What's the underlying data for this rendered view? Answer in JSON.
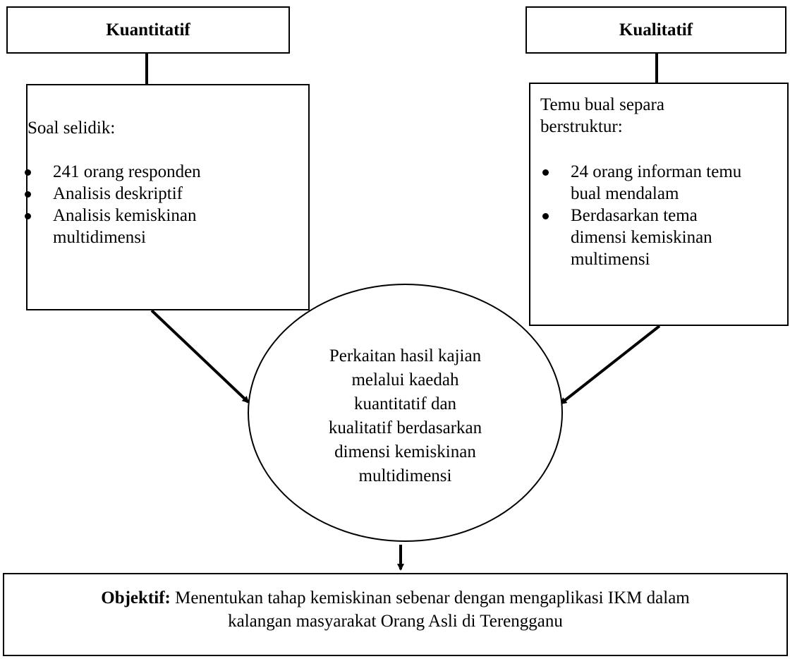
{
  "left_header": {
    "title": "Kuantitatif"
  },
  "right_header": {
    "title": "Kualitatif"
  },
  "left_box": {
    "heading": "Soal selidik:",
    "items": [
      [
        "241 orang responden"
      ],
      [
        "Analisis deskriptif"
      ],
      [
        "Analisis kemiskinan",
        "multidimensi"
      ]
    ]
  },
  "right_box": {
    "heading_lines": [
      "Temu bual separa",
      "berstruktur:"
    ],
    "items": [
      [
        "24 orang informan temu",
        "bual mendalam"
      ],
      [
        "Berdasarkan tema",
        "dimensi kemiskinan",
        "multimensi"
      ]
    ]
  },
  "center_circle": {
    "lines": [
      "Perkaitan hasil kajian",
      "melalui kaedah",
      "kuantitatif dan",
      "kualitatif berdasarkan",
      "dimensi kemiskinan",
      "multidimensi"
    ]
  },
  "objective": {
    "label": "Objektif:",
    "line1_rest": " Menentukan tahap kemiskinan sebenar dengan mengaplikasi IKM dalam",
    "line2": "kalangan masyarakat Orang Asli di Terengganu"
  }
}
